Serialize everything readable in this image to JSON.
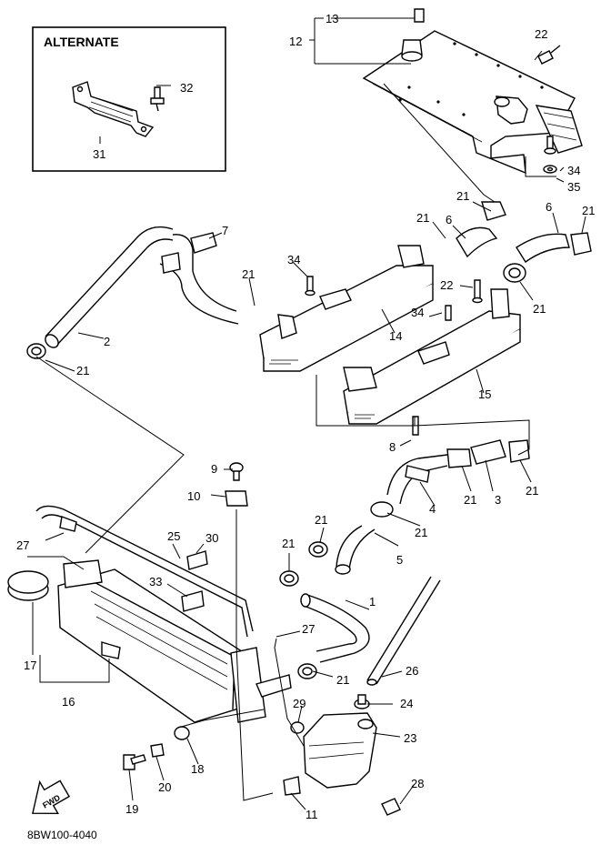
{
  "diagram": {
    "alternate_label": "ALTERNATE",
    "code": "8BW100-4040",
    "fwd_label": "FWD",
    "callouts": [
      {
        "id": "c13",
        "text": "13"
      },
      {
        "id": "c12",
        "text": "12"
      },
      {
        "id": "c22a",
        "text": "22"
      },
      {
        "id": "c32",
        "text": "32"
      },
      {
        "id": "c31",
        "text": "31"
      },
      {
        "id": "c34a",
        "text": "34"
      },
      {
        "id": "c35",
        "text": "35"
      },
      {
        "id": "c21a",
        "text": "21"
      },
      {
        "id": "c21b",
        "text": "21"
      },
      {
        "id": "c6a",
        "text": "6"
      },
      {
        "id": "c6b",
        "text": "6"
      },
      {
        "id": "c21c",
        "text": "21"
      },
      {
        "id": "c7",
        "text": "7"
      },
      {
        "id": "c34b",
        "text": "34"
      },
      {
        "id": "c21d",
        "text": "21"
      },
      {
        "id": "c22b",
        "text": "22"
      },
      {
        "id": "c34c",
        "text": "34"
      },
      {
        "id": "c14",
        "text": "14"
      },
      {
        "id": "c21e",
        "text": "21"
      },
      {
        "id": "c2",
        "text": "2"
      },
      {
        "id": "c21f",
        "text": "21"
      },
      {
        "id": "c15",
        "text": "15"
      },
      {
        "id": "c8",
        "text": "8"
      },
      {
        "id": "c9",
        "text": "9"
      },
      {
        "id": "c10",
        "text": "10"
      },
      {
        "id": "c21g",
        "text": "21"
      },
      {
        "id": "c3",
        "text": "3"
      },
      {
        "id": "c21h",
        "text": "21"
      },
      {
        "id": "c4",
        "text": "4"
      },
      {
        "id": "c21i",
        "text": "21"
      },
      {
        "id": "c21j",
        "text": "21"
      },
      {
        "id": "c25",
        "text": "25"
      },
      {
        "id": "c30",
        "text": "30"
      },
      {
        "id": "c27a",
        "text": "27"
      },
      {
        "id": "c5",
        "text": "5"
      },
      {
        "id": "c21k",
        "text": "21"
      },
      {
        "id": "c33",
        "text": "33"
      },
      {
        "id": "c1",
        "text": "1"
      },
      {
        "id": "c27b",
        "text": "27"
      },
      {
        "id": "c17",
        "text": "17"
      },
      {
        "id": "c21l",
        "text": "21"
      },
      {
        "id": "c26",
        "text": "26"
      },
      {
        "id": "c16",
        "text": "16"
      },
      {
        "id": "c29",
        "text": "29"
      },
      {
        "id": "c24",
        "text": "24"
      },
      {
        "id": "c23",
        "text": "23"
      },
      {
        "id": "c18",
        "text": "18"
      },
      {
        "id": "c20",
        "text": "20"
      },
      {
        "id": "c28",
        "text": "28"
      },
      {
        "id": "c19",
        "text": "19"
      },
      {
        "id": "c11",
        "text": "11"
      }
    ]
  }
}
